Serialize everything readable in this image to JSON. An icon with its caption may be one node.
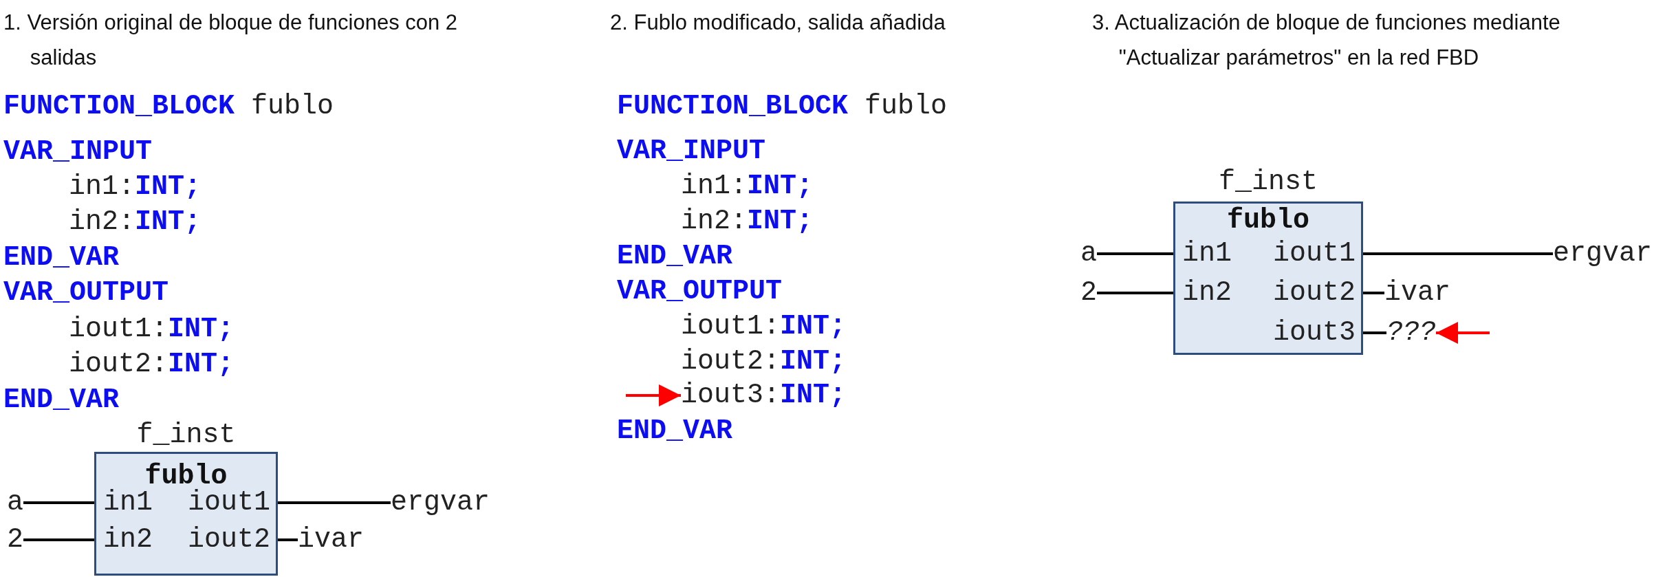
{
  "diagram": {
    "nodes": [
      {
        "text": [
          "f_inst",
          "fublo",
          "in1",
          "iout1",
          "in2",
          "iout2"
        ]
      },
      {
        "text": [
          "a"
        ]
      },
      {
        "text": [
          "2"
        ]
      },
      {
        "text": [
          "ergvar"
        ]
      },
      {
        "text": [
          "ivar"
        ]
      },
      {
        "text": [
          "iout3:**INT;**"
        ]
      },
      {
        "text": [
          "f_inst",
          "fublo",
          "in1",
          "iout1",
          "in2",
          "iout2",
          "iout3"
        ]
      },
      {
        "text": [
          "a"
        ]
      },
      {
        "text": [
          "2"
        ]
      },
      {
        "text": [
          "ergvar"
        ]
      },
      {
        "text": [
          "ivar"
        ]
      },
      {
        "text": [
          "???"
        ]
      }
    ],
    "edges": [
      {
        "from": 1,
        "to": 0,
        "arrow": "none"
      },
      {
        "from": 2,
        "to": 0,
        "arrow": "none"
      },
      {
        "from": 0,
        "to": 3,
        "arrow": "none"
      },
      {
        "from": 0,
        "to": 4,
        "arrow": "none"
      },
      {
        "from": null,
        "to": 5,
        "arrow": "to",
        "color": "#ff0000"
      },
      {
        "from": 7,
        "to": 6,
        "arrow": "none"
      },
      {
        "from": 8,
        "to": 6,
        "arrow": "none"
      },
      {
        "from": 6,
        "to": 9,
        "arrow": "none"
      },
      {
        "from": 6,
        "to": 10,
        "arrow": "none"
      },
      {
        "from": 6,
        "to": 11,
        "arrow": "none"
      },
      {
        "from": null,
        "to": 11,
        "arrow": "to",
        "color": "#ff0000"
      }
    ],
    "labels": [
      "1. Versión original de bloque de funciones con 2 salidas",
      "2. Fublo modificado, salida añadida",
      "3. Actualización de bloque de funciones mediante \"Actualizar parámetros\" en la red FBD",
      "**FUNCTION_BLOCK** fublo",
      "VAR_INPUT",
      "in1:**INT;**",
      "in2:**INT;**",
      "END_VAR",
      "VAR_OUTPUT",
      "iout1:**INT;**",
      "iout2:**INT;**",
      "END_VAR",
      "**FUNCTION_BLOCK** fublo",
      "VAR_INPUT",
      "in1:**INT;**",
      "in2:**INT;**",
      "END_VAR",
      "VAR_OUTPUT",
      "iout1:**INT;**",
      "iout2:**INT;**",
      "END_VAR"
    ]
  }
}
